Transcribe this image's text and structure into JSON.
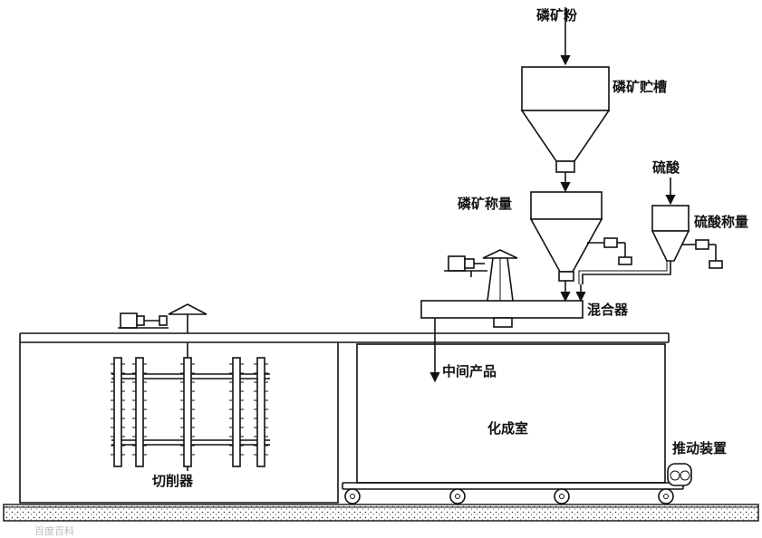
{
  "labels": {
    "phosphate_powder": "磷矿粉",
    "phosphate_storage": "磷矿贮槽",
    "phosphate_weighing": "磷矿称量",
    "sulfuric_acid": "硫酸",
    "acid_weighing": "硫酸称量",
    "mixer": "混合器",
    "intermediate_product": "中间产品",
    "curing_chamber": "化成室",
    "pushing_device": "推动装置",
    "cutter": "切削器"
  },
  "watermark": "百度百科"
}
